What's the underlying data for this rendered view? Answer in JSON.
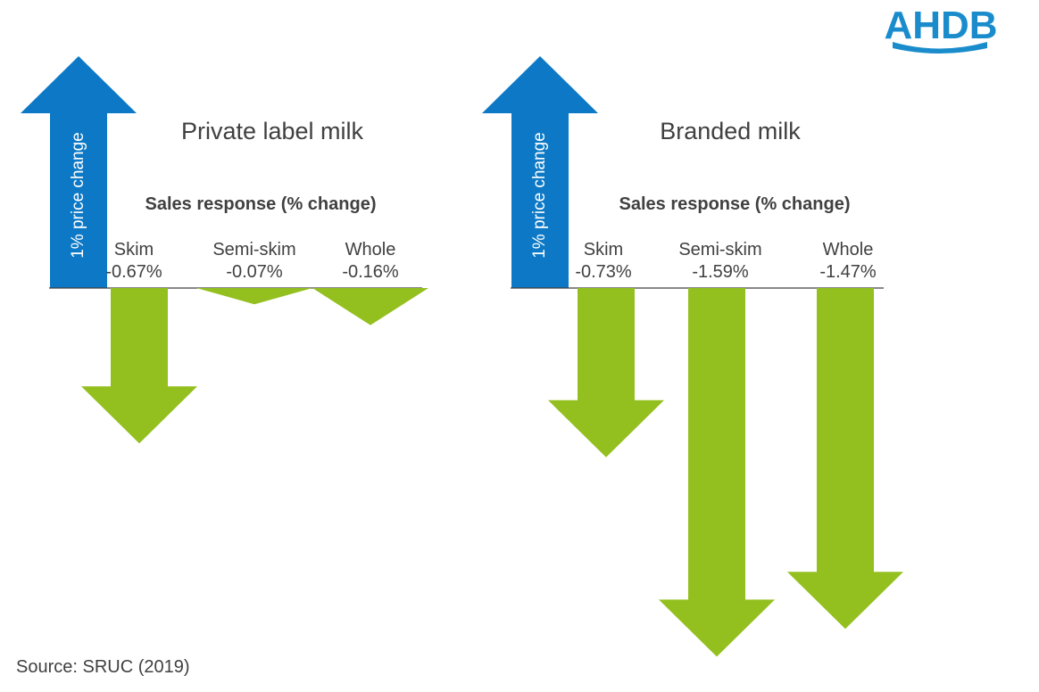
{
  "brand": {
    "logo_text": "AHDB",
    "logo_color": "#1a8ccc"
  },
  "source": "Source: SRUC (2019)",
  "colors": {
    "price_arrow": "#0d79c6",
    "response_arrow": "#93c01f",
    "text": "#404040",
    "axis_line": "#404040"
  },
  "chart_data": [
    {
      "type": "bar",
      "title": "Private label milk",
      "subtitle": "Sales response (% change)",
      "price_change_label": "1% price change",
      "price_change_value": 1,
      "categories": [
        "Skim",
        "Semi-skim",
        "Whole"
      ],
      "values": [
        -0.67,
        -0.07,
        -0.16
      ],
      "value_labels": [
        "-0.67%",
        "-0.07%",
        "-0.16%"
      ]
    },
    {
      "type": "bar",
      "title": "Branded milk",
      "subtitle": "Sales response (% change)",
      "price_change_label": "1% price change",
      "price_change_value": 1,
      "categories": [
        "Skim",
        "Semi-skim",
        "Whole"
      ],
      "values": [
        -0.73,
        -1.59,
        -1.47
      ],
      "value_labels": [
        "-0.73%",
        "-1.59%",
        "-1.47%"
      ]
    }
  ]
}
